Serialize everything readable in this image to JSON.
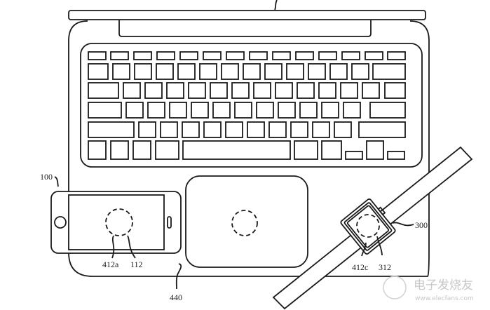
{
  "figure": {
    "description": "Patent line drawing: laptop with phone and smartwatch placed on palm rest, showing wireless charging regions",
    "labels": {
      "phone": "100",
      "phone_coil": "412a",
      "phone_receiver": "112",
      "palm_rest": "440",
      "watch": "300",
      "watch_coil": "412c",
      "watch_receiver": "312"
    }
  },
  "watermark": {
    "text_cn": "电子发烧友",
    "text_url": "www.elecfans.com"
  }
}
